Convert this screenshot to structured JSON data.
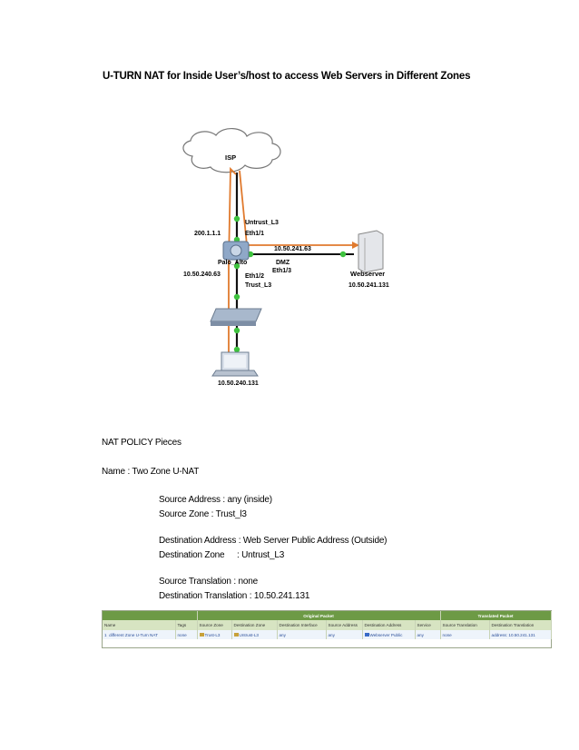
{
  "title": "U-TURN NAT for Inside User’s/host to access Web Servers in Different Zones",
  "diagram": {
    "isp": "ISP",
    "untrust_zone": "Untrust_L3",
    "eth_untrust": "Eth1/1",
    "public_ip": "200.1.1.1",
    "firewall": "Palo_Alto",
    "dmz_link_ip": "10.50.241.63",
    "dmz_zone": "DMZ",
    "eth_dmz": "Eth1/3",
    "inside_link_ip": "10.50.240.63",
    "eth_trust": "Eth1/2",
    "trust_zone": "Trust_L3",
    "webserver": "Webserver",
    "webserver_ip": "10.50.241.131",
    "host_ip": "10.50.240.131"
  },
  "policy_text": {
    "heading": "NAT POLICY Pieces",
    "name": "Name : Two Zone U-NAT",
    "src_addr": "Source Address : any (inside)",
    "src_zone": "Source Zone : Trust_l3",
    "dst_addr": "Destination Address : Web Server Public Address (Outside)",
    "dst_zone_label": "Destination Zone",
    "dst_zone_value": ":  Untrust_L3",
    "src_trans": "Source Translation : none",
    "dst_trans": "Destination Translation  : 10.50.241.131"
  },
  "policy_table": {
    "group_original": "Original Packet",
    "group_translated": "Translated Packet",
    "headers": [
      "Name",
      "Tags",
      "Source Zone",
      "Destination Zone",
      "Destination Interface",
      "Source Address",
      "Destination Address",
      "Service",
      "Source Translation",
      "Destination Translation"
    ],
    "row": {
      "index": "1",
      "name": "different Zone U-Turn NAT",
      "tags": "none",
      "source_zone": "Trust-L3",
      "destination_zone": "Untrust-L3",
      "destination_interface": "any",
      "source_address": "any",
      "destination_address": "Webserver Public",
      "service": "any",
      "source_translation": "none",
      "destination_translation": "address: 10.50.241.131"
    }
  }
}
